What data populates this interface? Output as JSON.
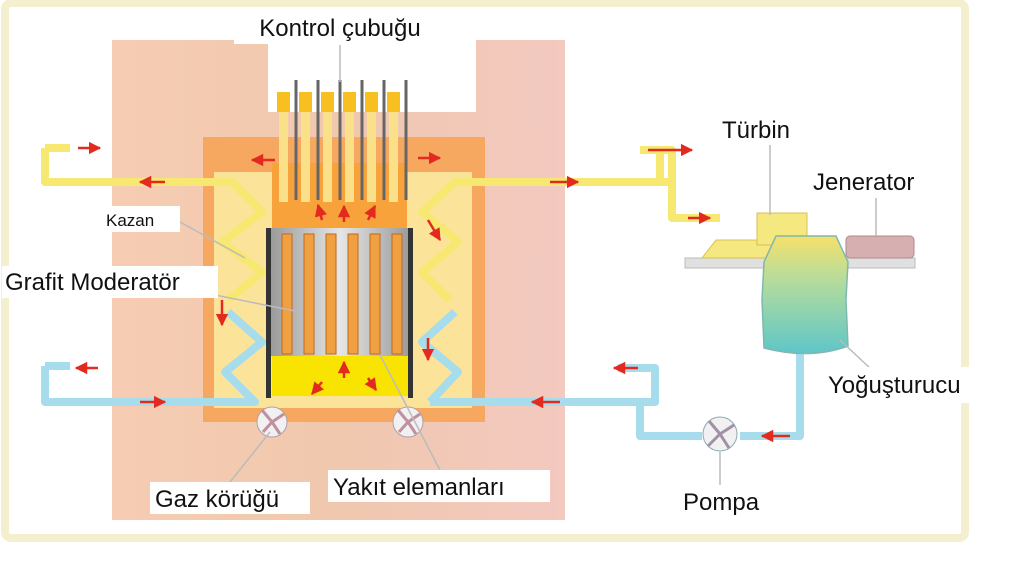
{
  "labels": {
    "control_rod": "Kontrol çubuğu",
    "turbine": "Türbin",
    "generator": "Jenerator",
    "boiler": "Kazan",
    "graphite_moderator": "Grafit Moderatör",
    "condenser": "Yoğuşturucu",
    "fuel_elements": "Yakıt elemanları",
    "gas_blower": "Gaz körüğü",
    "pump": "Pompa"
  },
  "icons": {
    "flow_arrow": "arrow-icon",
    "blower": "fan-icon",
    "pump": "fan-icon"
  },
  "colors": {
    "frame": "#f3efcf",
    "concrete": "#f2c8ae",
    "shield": "#f7a860",
    "hot_pipe": "#f6e870",
    "cold_pipe": "#a6dcec",
    "arrow": "#e32a1f",
    "graphite": "#c8c8c8",
    "fuel": "#f0a040",
    "condenser": "#7fd0c0",
    "generator": "#d6b0b0"
  }
}
